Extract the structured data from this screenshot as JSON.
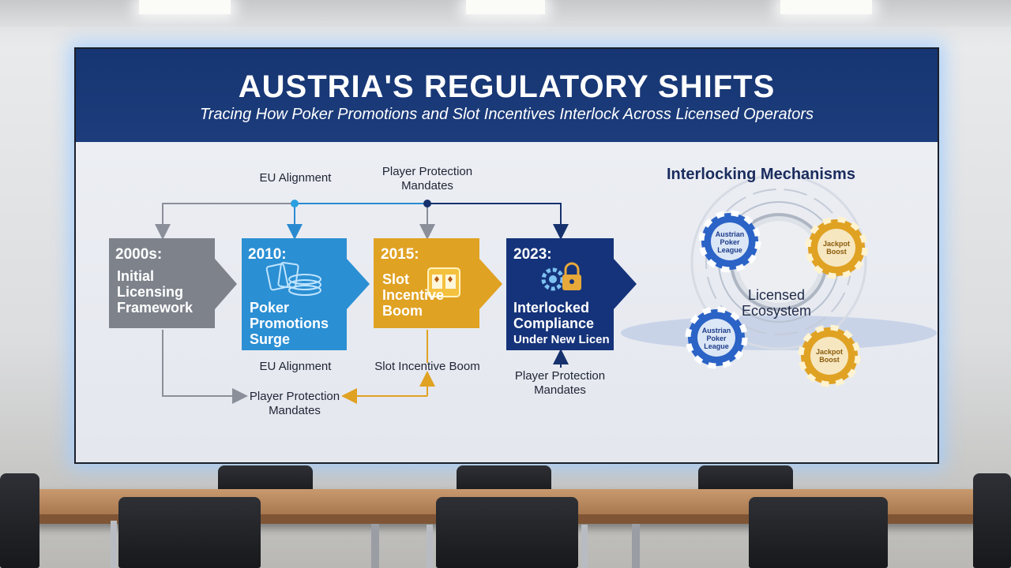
{
  "slide": {
    "title": "AUSTRIA'S REGULATORY SHIFTS",
    "subtitle": "Tracing How Poker Promotions and Slot Incentives Interlock Across Licensed Operators"
  },
  "timeline": {
    "top_labels": {
      "eu_alignment": "EU Alignment",
      "player_protection_line1": "Player Protection",
      "player_protection_line2": "Mandates"
    },
    "bottom_labels": {
      "eu_alignment": "EU Alignment",
      "slot_incentive_boom": "Slot Incentive Boom",
      "player_protection_left_line1": "Player Protection",
      "player_protection_left_line2": "Mandates",
      "player_protection_right_line1": "Player Protection",
      "player_protection_right_line2": "Mandates"
    },
    "stages": [
      {
        "year": "2000s:",
        "line1": "Initial",
        "line2": "Licensing",
        "line3": "Framework",
        "color": "#7d828b"
      },
      {
        "year": "2010:",
        "line1": "Poker",
        "line2": "Promotions",
        "line3": "Surge",
        "color": "#2b8fd3"
      },
      {
        "year": "2015:",
        "line1": "Slot",
        "line2": "Incentive",
        "line3": "Boom",
        "color": "#e0a223"
      },
      {
        "year": "2023:",
        "line1": "Interlocked",
        "line2": "Compliance",
        "line3": "Under New Licen",
        "color": "#15337a"
      }
    ],
    "colors": {
      "arrow_gray": "#8a8f99",
      "arrow_blue": "#2a8ad0",
      "arrow_navy": "#16316e",
      "arrow_gold": "#e0a223"
    }
  },
  "mechanisms": {
    "title": "Interlocking Mechanisms",
    "hub_line1": "Licensed",
    "hub_line2": "Ecosystem",
    "chips": [
      {
        "line1": "Austrian",
        "line2": "Poker",
        "line3": "League",
        "tone": "blue"
      },
      {
        "line1": "Jackpot",
        "line2": "Boost",
        "line3": "",
        "tone": "gold"
      },
      {
        "line1": "Austrian",
        "line2": "Poker",
        "line3": "League",
        "tone": "blue"
      },
      {
        "line1": "Jackpot",
        "line2": "Boost",
        "line3": "",
        "tone": "gold"
      }
    ]
  }
}
